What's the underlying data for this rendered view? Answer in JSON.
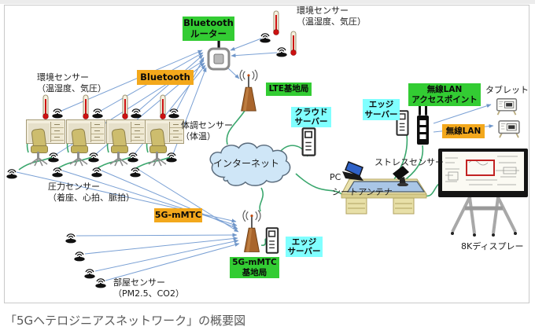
{
  "caption": "「5Gヘテロジニアスネットワーク」の概要図",
  "colors": {
    "label_green": "#33cc33",
    "label_orange": "#f3a81c",
    "label_cyan": "#80ffff",
    "cloud_fill": "#cfe6f7",
    "arrow_blue": "#7aa0d4",
    "wire_green": "#3aa76d",
    "tower_brown": "#a9652c",
    "highlight_red": "#c22222"
  },
  "boxes": {
    "bluetooth_router": "Bluetooth\nルーター",
    "bluetooth": "Bluetooth",
    "lte_bs": "LTE基地局",
    "cloud_server": "クラウド\nサーバー",
    "edge_server_right": "エッジ\nサーバー",
    "wlan_ap": "無線LAN\nアクセスポイント",
    "wlan": "無線LAN",
    "mmtc": "5G-mMTC",
    "mmtc_bs": "5G-mMTC\n基地局",
    "edge_server_bottom": "エッジ\nサーバー"
  },
  "labels": {
    "env_left": "環境センサー\n（温湿度、気圧）",
    "env_top": "環境センサー\n（温湿度、気圧）",
    "body_sensor": "体調センサー\n（体温）",
    "pressure": "圧力センサー\n（着座、心拍、脈拍）",
    "room": "部屋センサー\n（PM2.5、CO2）",
    "tablet": "タブレット",
    "stress": "ストレスセンサー",
    "pc": "PC",
    "seat_antenna": "シートアンテナ",
    "display8k": "8Kディスプレー",
    "internet": "インターネット"
  },
  "icons": {
    "router": "bluetooth-router-icon",
    "tower": "cell-tower-icon",
    "server": "server-icon",
    "sensor": "wireless-sensor-icon",
    "thermometer": "thermometer-icon",
    "tablet": "tablet-icon",
    "access_point": "wireless-ap-icon",
    "cloud": "internet-cloud",
    "display": "8k-display-icon",
    "laptop": "laptop-icon",
    "camera": "stress-camera-icon",
    "desk": "desk-chair-icon"
  }
}
